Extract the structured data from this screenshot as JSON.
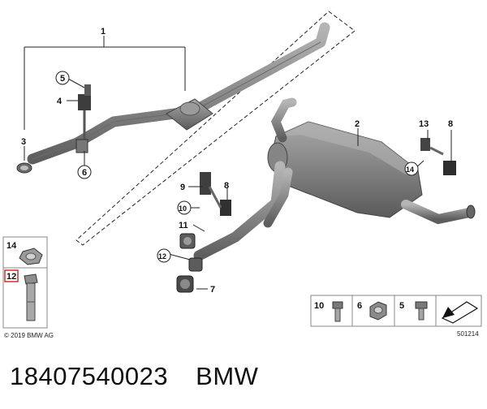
{
  "diagram": {
    "callouts": {
      "c1": "1",
      "c2": "2",
      "c3": "3",
      "c4": "4",
      "c5": "5",
      "c6": "6",
      "c7": "7",
      "c8a": "8",
      "c8b": "8",
      "c9": "9",
      "c10": "10",
      "c11": "11",
      "c12": "12",
      "c13": "13",
      "c14": "14"
    },
    "legend_left": {
      "item_14": "14",
      "item_12": "12"
    },
    "legend_right": {
      "item_10": "10",
      "item_6": "6",
      "item_5": "5"
    },
    "copyright": "© 2019 BMW AG",
    "diagram_id": "501214"
  },
  "footer": {
    "part_number": "18407540023",
    "brand": "BMW"
  },
  "colors": {
    "part_fill": "#8c8c8c",
    "part_dark": "#555555",
    "highlight_box": "#d0312d"
  }
}
